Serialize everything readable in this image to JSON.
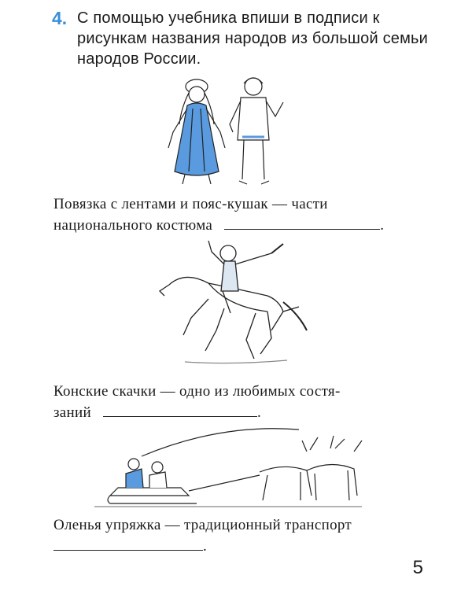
{
  "task": {
    "number": "4.",
    "text": "С помощью учебника впиши в подписи к рисункам названия народов из большой семьи народов России."
  },
  "captions": {
    "c1_line1": "Повязка с лентами и пояс-кушак — части",
    "c1_line2": "национального костюма",
    "c1_end": ".",
    "c2_line1": "Конские скачки — одно из любимых состя-",
    "c2_line2": "заний",
    "c2_end": ".",
    "c3_line1": "Оленья упряжка — традиционный транспорт",
    "c3_end": "."
  },
  "page_number": "5",
  "colors": {
    "accent": "#3a8fd8",
    "dress": "#5a9be0"
  }
}
